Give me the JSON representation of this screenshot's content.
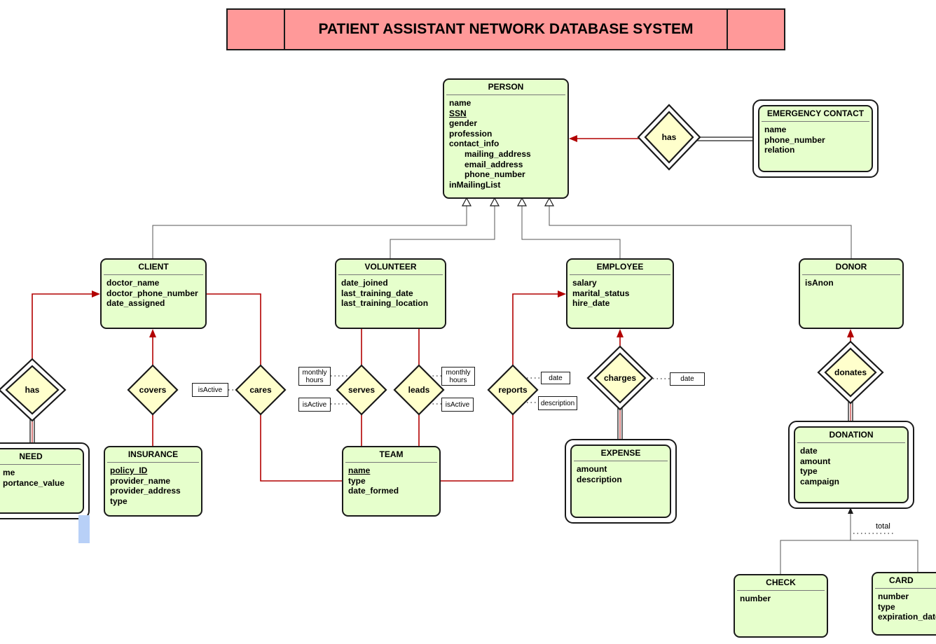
{
  "title": "PATIENT ASSISTANT NETWORK DATABASE SYSTEM",
  "colors": {
    "title_fill": "#ff9999",
    "entity_fill": "#e6ffcc",
    "relationship_fill": "#ffffcc",
    "relationship_line": "#b20000",
    "inheritance_line": "#555555",
    "outline": "#1a1a1a",
    "selection_highlight": "#b8d0f7"
  },
  "entities": {
    "person": {
      "name": "PERSON",
      "attributes": [
        "name",
        "SSN",
        "gender",
        "profession",
        "contact_info",
        "mailing_address",
        "email_address",
        "phone_number",
        "inMailingList"
      ]
    },
    "emergency_contact": {
      "name": "EMERGENCY CONTACT",
      "attributes": [
        "name",
        "phone_number",
        "relation"
      ]
    },
    "client": {
      "name": "CLIENT",
      "attributes": [
        "doctor_name",
        "doctor_phone_number",
        "date_assigned"
      ]
    },
    "volunteer": {
      "name": "VOLUNTEER",
      "attributes": [
        "date_joined",
        "last_training_date",
        "last_training_location"
      ]
    },
    "employee": {
      "name": "EMPLOYEE",
      "attributes": [
        "salary",
        "marital_status",
        "hire_date"
      ]
    },
    "donor": {
      "name": "DONOR",
      "attributes": [
        "isAnon"
      ]
    },
    "need": {
      "name": "NEED",
      "attributes": [
        "me",
        "portance_value"
      ]
    },
    "insurance": {
      "name": "INSURANCE",
      "attributes": [
        "policy_ID",
        "provider_name",
        "provider_address",
        "type"
      ]
    },
    "team": {
      "name": "TEAM",
      "attributes": [
        "name",
        "type",
        "date_formed"
      ]
    },
    "expense": {
      "name": "EXPENSE",
      "attributes": [
        "amount",
        "description"
      ]
    },
    "donation": {
      "name": "DONATION",
      "attributes": [
        "date",
        "amount",
        "type",
        "campaign"
      ]
    },
    "check": {
      "name": "CHECK",
      "attributes": [
        "number"
      ]
    },
    "card": {
      "name": "CARD",
      "attributes": [
        "number",
        "type",
        "expiration_date"
      ]
    }
  },
  "relationships": {
    "person_has": "has",
    "client_has": "has",
    "covers": "covers",
    "cares": "cares",
    "serves": "serves",
    "leads": "leads",
    "reports": "reports",
    "charges": "charges",
    "donates": "donates"
  },
  "relationship_attributes": {
    "cares_isactive": "isActive",
    "serves_hours": "monthly hours",
    "serves_isactive": "isActive",
    "leads_hours": "monthly hours",
    "leads_isactive": "isActive",
    "reports_date": "date",
    "reports_description": "description",
    "charges_date": "date"
  },
  "notes": {
    "total": "total"
  }
}
